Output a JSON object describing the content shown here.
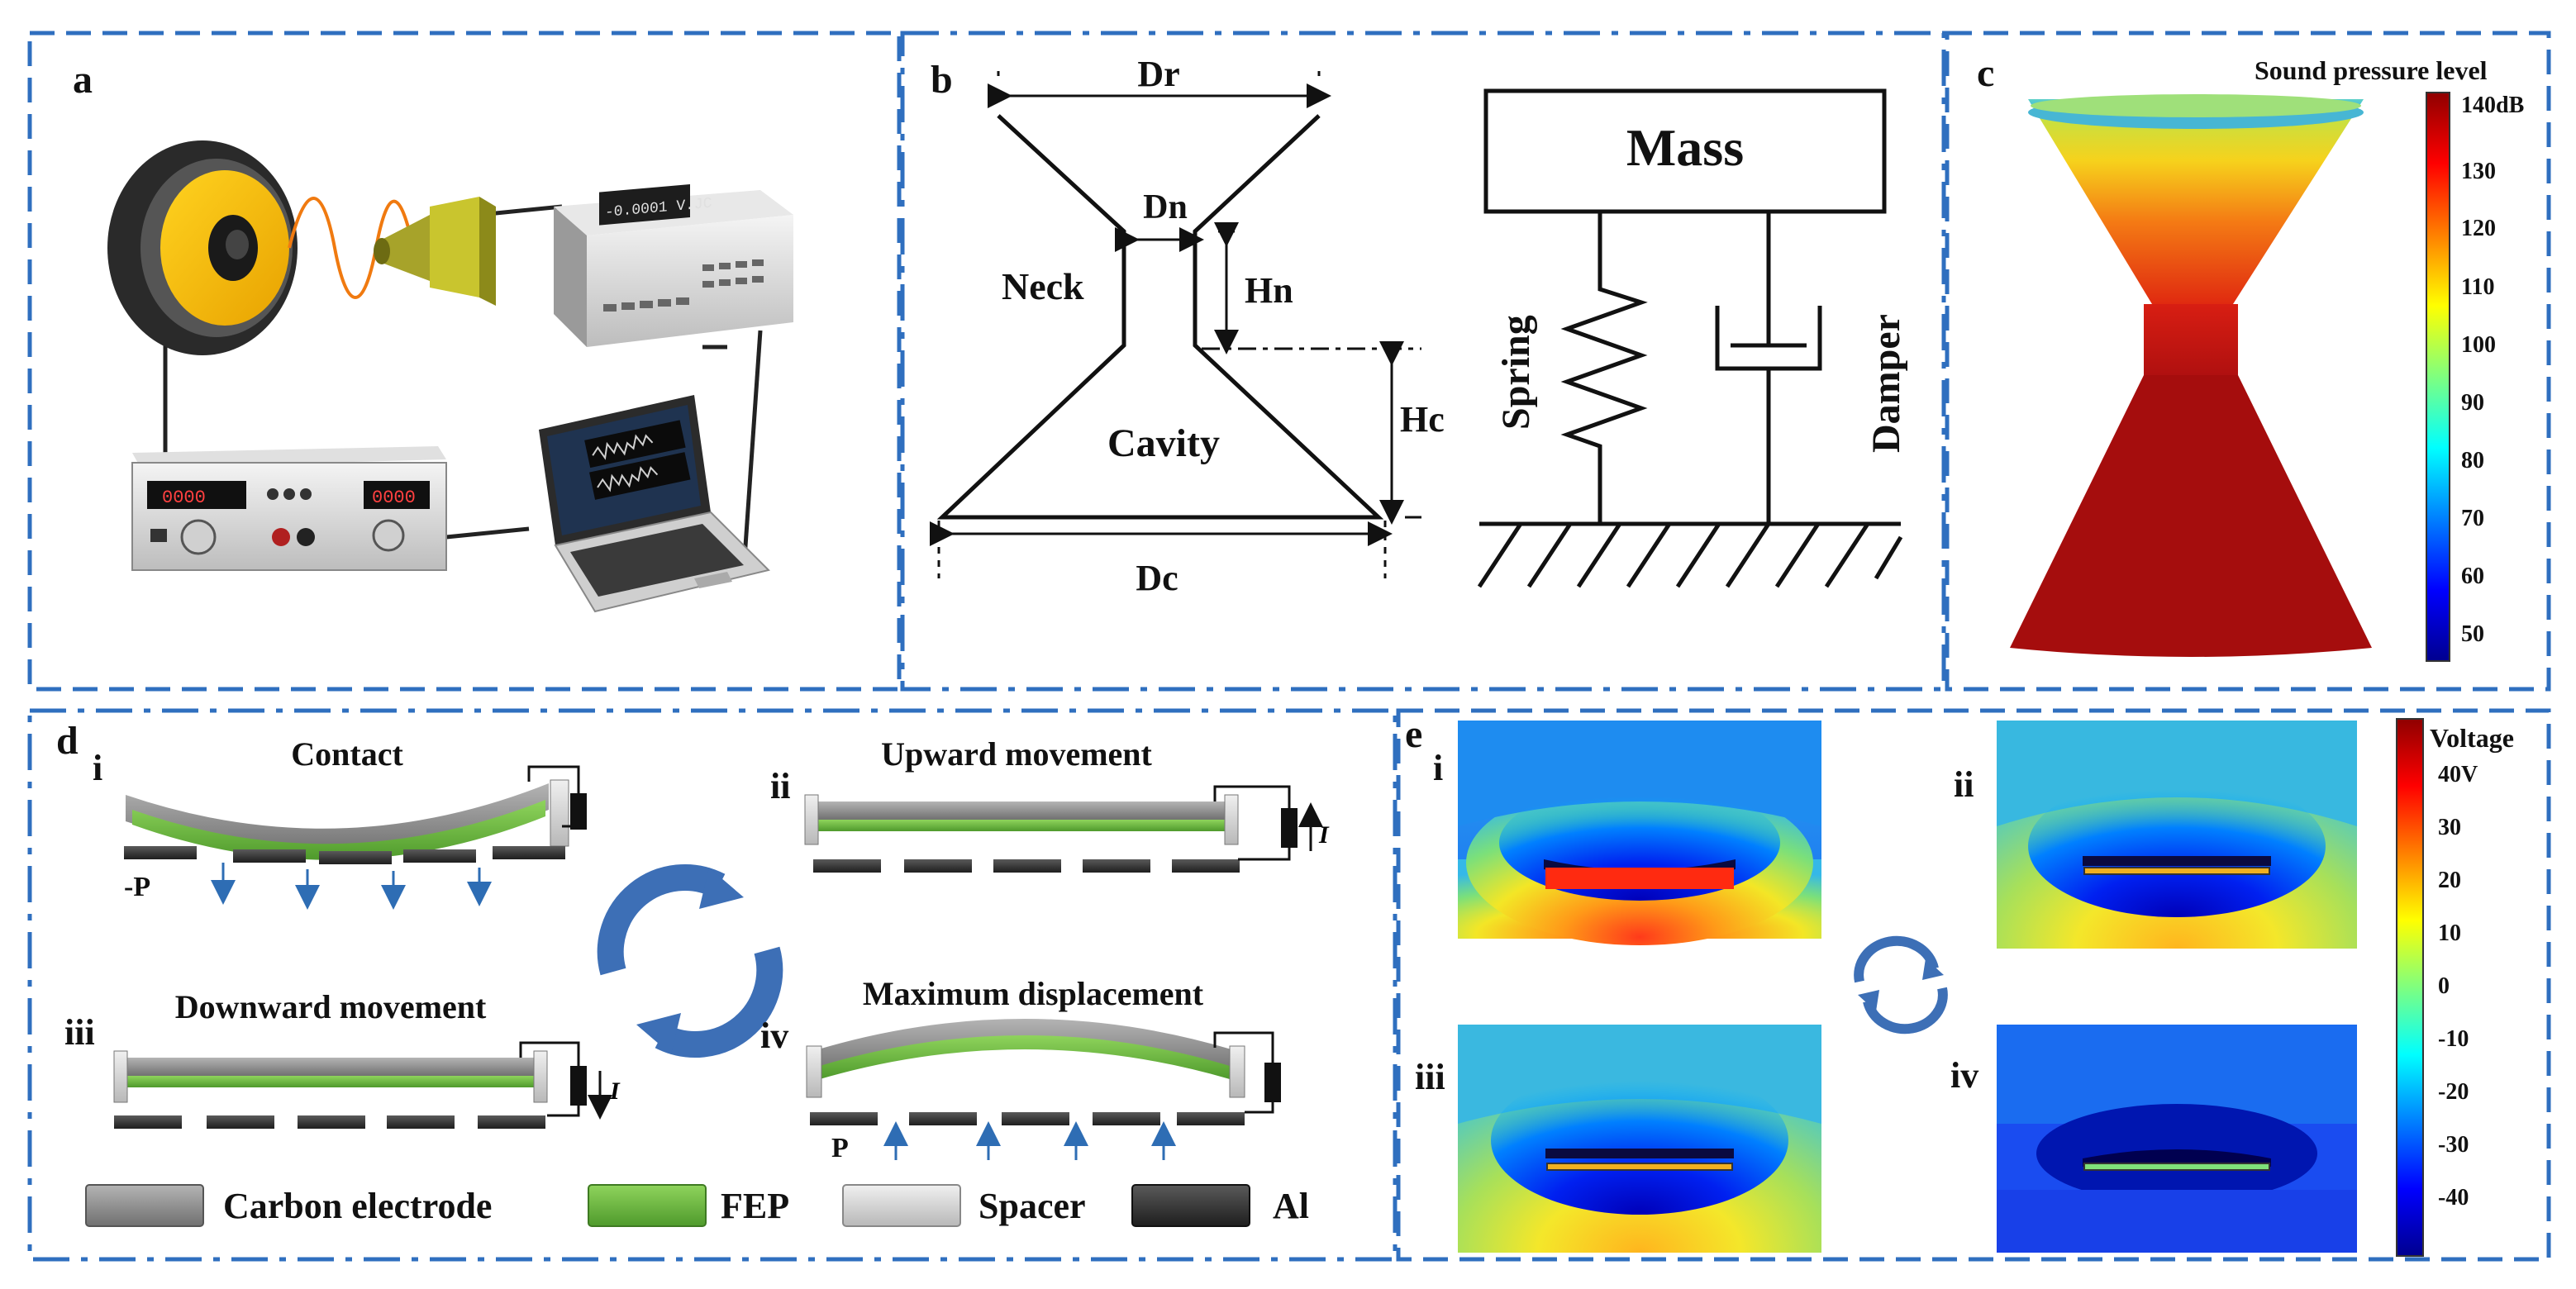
{
  "panels": {
    "a": {
      "letter": "a"
    },
    "b": {
      "letter": "b",
      "dims": {
        "dr": "Dr",
        "dn": "Dn",
        "hn": "Hn",
        "hc": "Hc",
        "dc": "Dc"
      },
      "labels": {
        "neck": "Neck",
        "cavity": "Cavity",
        "mass": "Mass",
        "spring": "Spring",
        "damper": "Damper"
      }
    },
    "c": {
      "letter": "c",
      "title": "Sound pressure level",
      "ticks": [
        "140dB",
        "130",
        "120",
        "110",
        "100",
        "90",
        "80",
        "70",
        "60",
        "50"
      ]
    },
    "d": {
      "letter": "d",
      "steps": {
        "i": {
          "numeral": "i",
          "title": "Contact"
        },
        "ii": {
          "numeral": "ii",
          "title": "Upward movement"
        },
        "iii": {
          "numeral": "iii",
          "title": "Downward movement"
        },
        "iv": {
          "numeral": "iv",
          "title": "Maximum displacement"
        }
      },
      "pressure_neg": "-P",
      "pressure_pos": "P",
      "current": "I",
      "legend": {
        "carbon": "Carbon electrode",
        "fep": "FEP",
        "spacer": "Spacer",
        "al": "Al"
      }
    },
    "e": {
      "letter": "e",
      "numerals": {
        "i": "i",
        "ii": "ii",
        "iii": "iii",
        "iv": "iv"
      },
      "colorbar_title": "Voltage",
      "ticks": [
        "40V",
        "30",
        "20",
        "10",
        "0",
        "-10",
        "-20",
        "-30",
        "-40"
      ]
    }
  },
  "device_display": {
    "meter": "-0.0001 V.JC"
  },
  "colors": {
    "frame": "#2f6fbf",
    "fep": "#6dbb45",
    "carbon": "#8a8a8a",
    "al": "#3a3a3a",
    "arrow": "#2e6db4",
    "cycle": "#3d6fb6"
  }
}
